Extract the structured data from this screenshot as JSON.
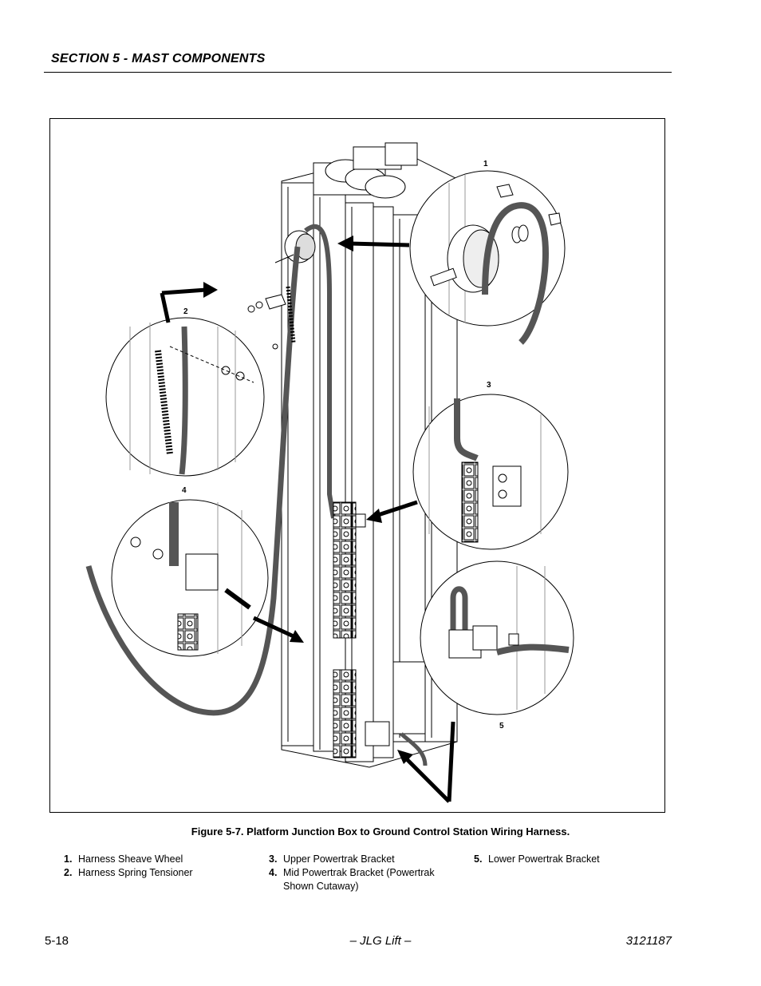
{
  "header": {
    "section_title": "SECTION 5 - MAST COMPONENTS"
  },
  "figure": {
    "callouts": [
      "1",
      "2",
      "3",
      "4",
      "5"
    ],
    "caption": "Figure 5-7.  Platform Junction Box to Ground Control Station Wiring Harness."
  },
  "legend": {
    "col1": [
      {
        "num": "1.",
        "label": "Harness Sheave Wheel"
      },
      {
        "num": "2.",
        "label": "Harness Spring Tensioner"
      }
    ],
    "col2": [
      {
        "num": "3.",
        "label": "Upper Powertrak Bracket"
      },
      {
        "num": "4.",
        "label": "Mid Powertrak Bracket (Powertrak Shown Cutaway)"
      }
    ],
    "col3": [
      {
        "num": "5.",
        "label": "Lower Powertrak Bracket"
      }
    ]
  },
  "footer": {
    "page_number": "5-18",
    "publisher": "– JLG Lift –",
    "doc_number": "3121187"
  }
}
